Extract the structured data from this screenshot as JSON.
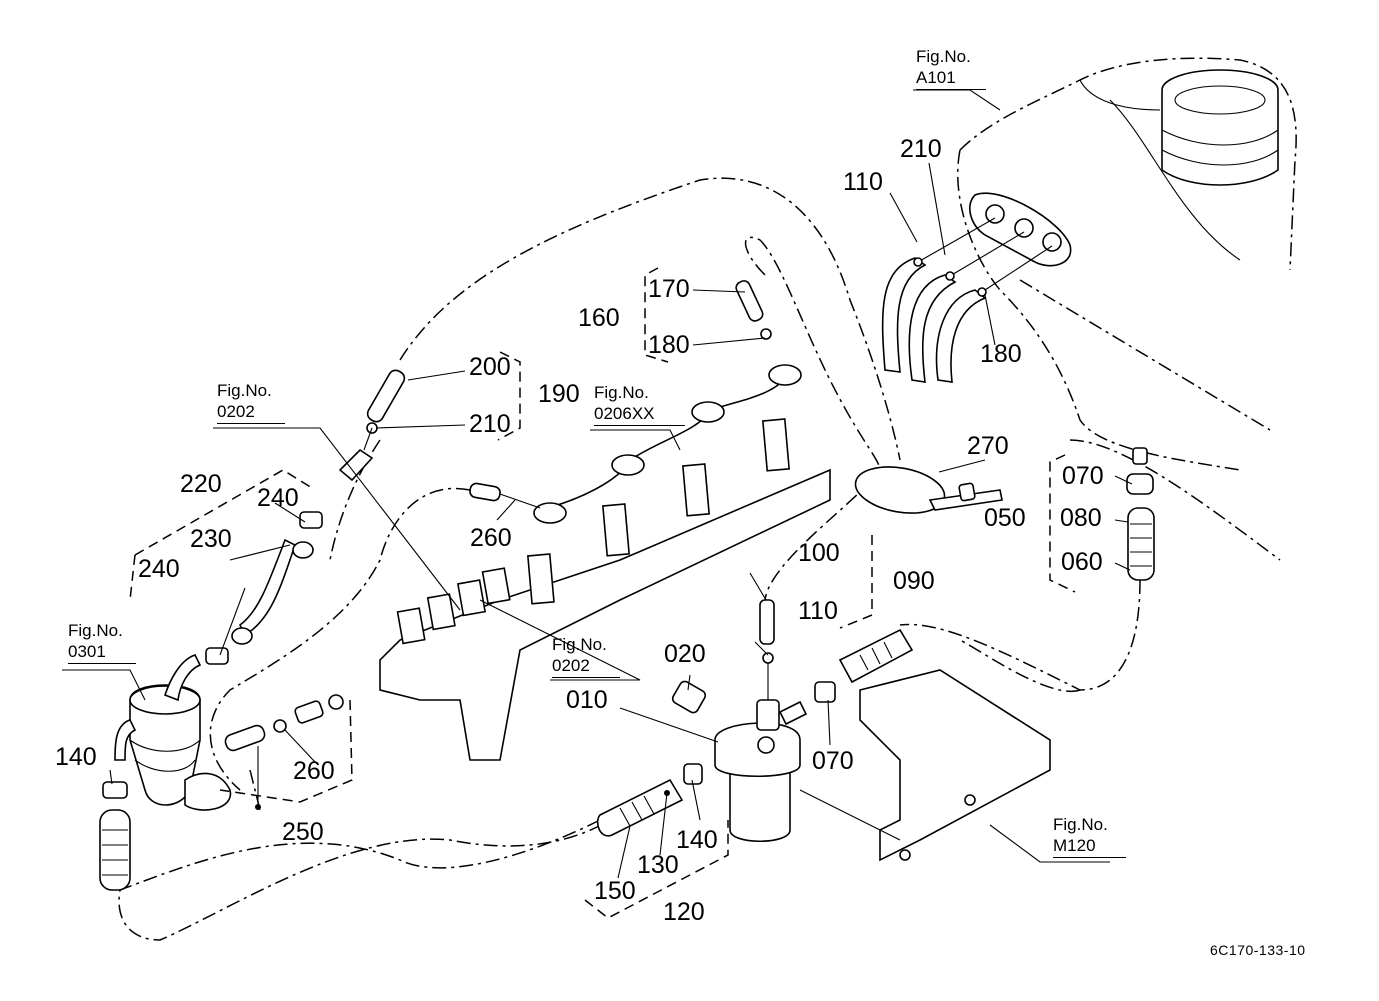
{
  "diagram": {
    "drawing_code": "6C170-133-10",
    "figure_references": [
      {
        "id": "fig-a101",
        "title": "Fig.No.",
        "ref": "A101"
      },
      {
        "id": "fig-0206xx",
        "title": "Fig.No.",
        "ref": "0206XX"
      },
      {
        "id": "fig-0202-top",
        "title": "Fig.No.",
        "ref": "0202"
      },
      {
        "id": "fig-0202-bottom",
        "title": "Fig.No.",
        "ref": "0202"
      },
      {
        "id": "fig-0301",
        "title": "Fig.No.",
        "ref": "0301"
      },
      {
        "id": "fig-m120",
        "title": "Fig.No.",
        "ref": "M120"
      }
    ],
    "part_labels": [
      {
        "id": "p110-top",
        "text": "110"
      },
      {
        "id": "p210-top",
        "text": "210"
      },
      {
        "id": "p180-right",
        "text": "180"
      },
      {
        "id": "p170",
        "text": "170"
      },
      {
        "id": "p160",
        "text": "160"
      },
      {
        "id": "p180-left",
        "text": "180"
      },
      {
        "id": "p200",
        "text": "200"
      },
      {
        "id": "p190",
        "text": "190"
      },
      {
        "id": "p210-left",
        "text": "210"
      },
      {
        "id": "p220",
        "text": "220"
      },
      {
        "id": "p240-a",
        "text": "240"
      },
      {
        "id": "p230",
        "text": "230"
      },
      {
        "id": "p240-b",
        "text": "240"
      },
      {
        "id": "p260-top",
        "text": "260"
      },
      {
        "id": "p270",
        "text": "270"
      },
      {
        "id": "p070-right",
        "text": "070"
      },
      {
        "id": "p050",
        "text": "050"
      },
      {
        "id": "p080",
        "text": "080"
      },
      {
        "id": "p060",
        "text": "060"
      },
      {
        "id": "p100",
        "text": "100"
      },
      {
        "id": "p090",
        "text": "090"
      },
      {
        "id": "p110-mid",
        "text": "110"
      },
      {
        "id": "p020",
        "text": "020"
      },
      {
        "id": "p010",
        "text": "010"
      },
      {
        "id": "p070-mid",
        "text": "070"
      },
      {
        "id": "p140-left",
        "text": "140"
      },
      {
        "id": "p260-bottom",
        "text": "260"
      },
      {
        "id": "p250",
        "text": "250"
      },
      {
        "id": "p140-mid",
        "text": "140"
      },
      {
        "id": "p130",
        "text": "130"
      },
      {
        "id": "p150",
        "text": "150"
      },
      {
        "id": "p120",
        "text": "120"
      }
    ]
  }
}
